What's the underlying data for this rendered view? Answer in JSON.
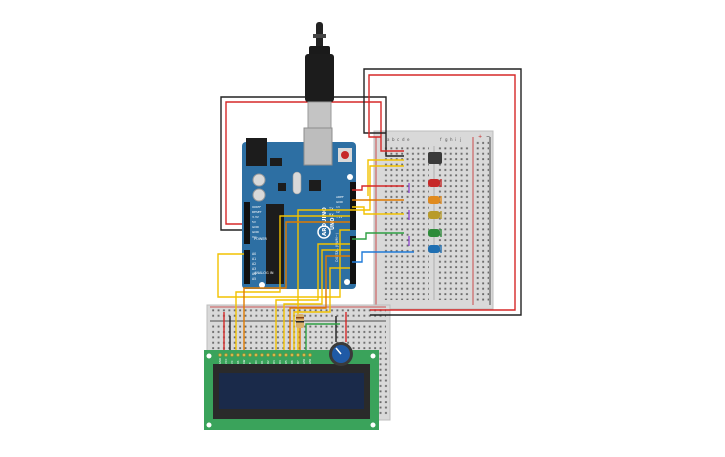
{
  "arduino": {
    "brand": "ARDUINO",
    "model": "UNO",
    "label_tx": "TX",
    "label_rx": "RX",
    "label_power": "POWER",
    "label_analog": "ANALOG IN",
    "label_digital": "DIGITAL (PWM~)",
    "power_pins": [
      "IOREF",
      "RESET",
      "3.3V",
      "5V",
      "GND",
      "GND",
      "Vin"
    ],
    "analog_pins": [
      "A0",
      "A1",
      "A2",
      "A3",
      "A4",
      "A5"
    ],
    "top_pins": [
      "AREF",
      "GND",
      "13",
      "12",
      "~11"
    ]
  },
  "breadboard_right": {
    "col_letters": [
      "a",
      "b",
      "c",
      "d",
      "e",
      "f",
      "g",
      "h",
      "i",
      "j"
    ],
    "rail_symbols": [
      "+",
      "−"
    ]
  },
  "lcd": {
    "pin_labels": [
      "GND",
      "VCC",
      "V0",
      "RS",
      "RW",
      "E",
      "D0",
      "D1",
      "D2",
      "D3",
      "D4",
      "D5",
      "D6",
      "D7",
      "LED",
      "LED"
    ]
  },
  "components": {
    "leds": [
      {
        "name": "red-led",
        "color": "#c62828"
      },
      {
        "name": "orange-led",
        "color": "#e08a1e"
      },
      {
        "name": "yellow-led",
        "color": "#b89b2a"
      },
      {
        "name": "green-led",
        "color": "#2e8b3a"
      },
      {
        "name": "blue-led",
        "color": "#1f6fb2"
      }
    ],
    "sensor_color": "#3a3a3a",
    "potentiometer_color": "#1f5aa6"
  },
  "colors": {
    "arduino_board": "#2d6fa3",
    "breadboard": "#dcdcdc",
    "lcd_pcb": "#3aa35b",
    "lcd_screen": "#1a2a4a",
    "wire_red": "#d62828",
    "wire_black": "#222222",
    "wire_yellow": "#f2c200",
    "wire_orange": "#e07b00",
    "wire_green": "#2ea043",
    "wire_blue": "#1f7ad8"
  }
}
